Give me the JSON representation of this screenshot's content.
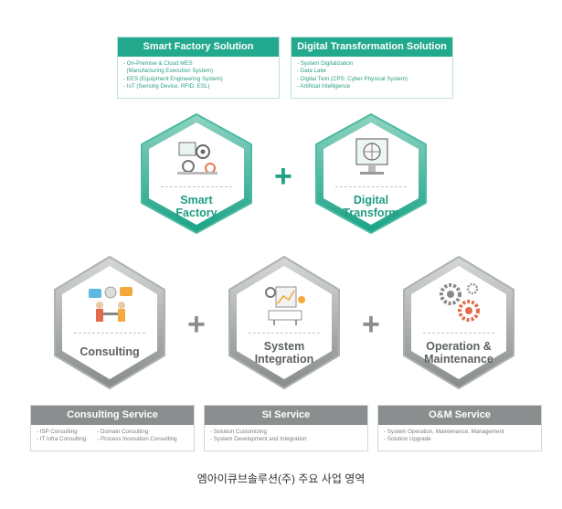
{
  "top_boxes": [
    {
      "title": "Smart Factory Solution",
      "items": [
        "- On-Premise & Cloud MES",
        "  (Manufacturing Execution System)",
        "- EES (Equipment Engineering System)",
        "- IoT (Sensing Device, RFID, ESL)"
      ]
    },
    {
      "title": "Digital Transformation Solution",
      "items": [
        "- System Digitalization",
        "- Data Lake",
        "- Digital Twin (CPS: Cyber Physical System)",
        "- Artificial Intelligence"
      ]
    }
  ],
  "hexagons": {
    "smart_factory": "Smart\nFactory",
    "digital_transform": "Digital\nTransform",
    "consulting": "Consulting",
    "system_integration": "System\nIntegration",
    "operation_maintenance": "Operation &\nMaintenance"
  },
  "plus_symbol": "+",
  "bottom_boxes": [
    {
      "title": "Consulting Service",
      "col1": [
        "- ISP Consulting",
        "- IT Infra Consulting"
      ],
      "col2": [
        "- Domain Consulting",
        "- Process Innovation Consulting"
      ]
    },
    {
      "title": "SI Service",
      "items": [
        "- Solution Customizing",
        "- System Development and Integration"
      ]
    },
    {
      "title": "O&M Service",
      "items": [
        "- System Operation, Maintenance, Management",
        "- Solution Upgrade"
      ]
    }
  ],
  "caption": "엠아이큐브솔루션(주) 주요 사업 영역",
  "colors": {
    "teal": "#23a98e",
    "gray": "#8a8e8f"
  }
}
